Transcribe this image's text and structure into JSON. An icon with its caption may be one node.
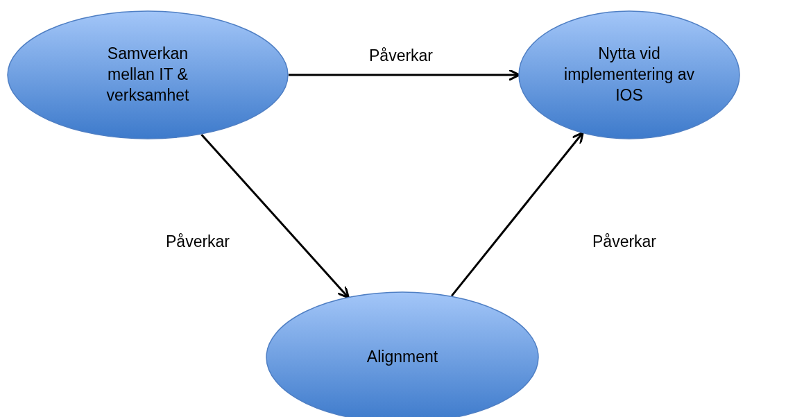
{
  "diagram": {
    "nodes": [
      {
        "text": [
          "Samverkan mellan IT & verksamhet"
        ]
      },
      {
        "text": [
          "Nytta vid implementering av IOS"
        ]
      },
      {
        "text": [
          "Alignment"
        ]
      }
    ],
    "edges": [
      {
        "from": 0,
        "to": 1,
        "arrow": "to",
        "label": "Påverkar"
      },
      {
        "from": 0,
        "to": 2,
        "arrow": "to",
        "label": "Påverkar"
      },
      {
        "from": 2,
        "to": 1,
        "arrow": "to",
        "label": "Påverkar"
      }
    ]
  }
}
